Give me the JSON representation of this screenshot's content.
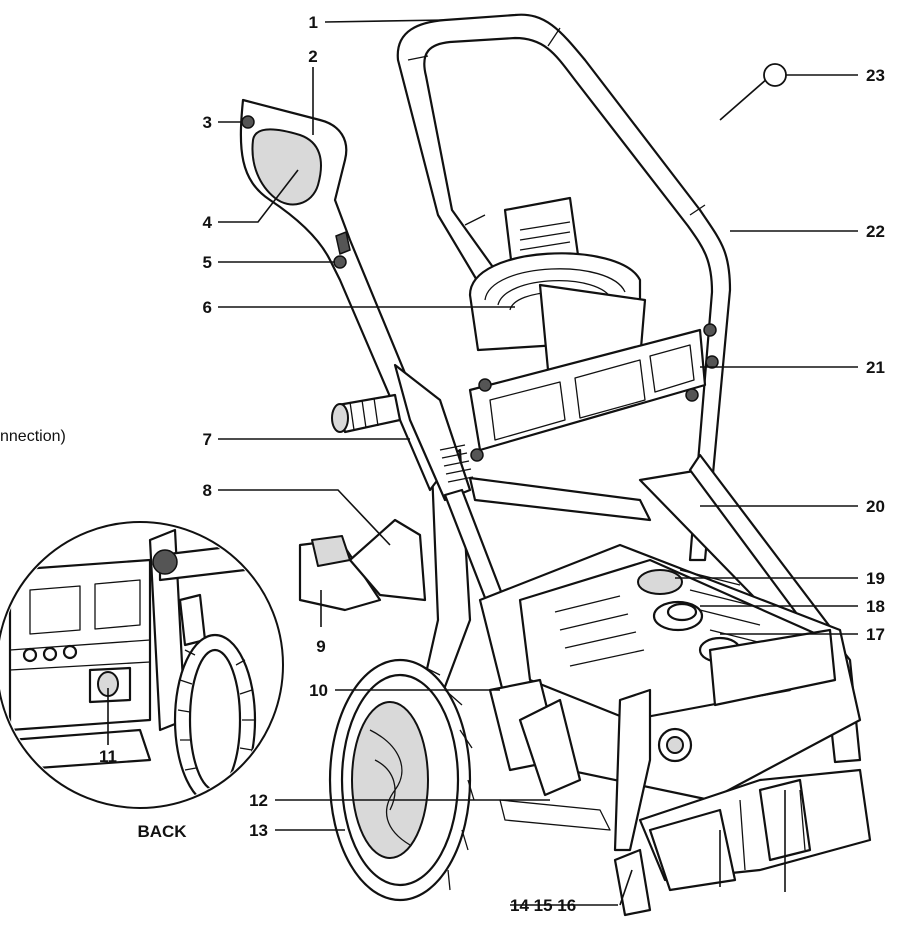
{
  "diagram": {
    "cut_text": "nnection)",
    "back_label": "BACK",
    "parts": [
      {
        "id": "1",
        "label": "1"
      },
      {
        "id": "2",
        "label": "2"
      },
      {
        "id": "3",
        "label": "3"
      },
      {
        "id": "4",
        "label": "4"
      },
      {
        "id": "5",
        "label": "5"
      },
      {
        "id": "6",
        "label": "6"
      },
      {
        "id": "7",
        "label": "7"
      },
      {
        "id": "8",
        "label": "8"
      },
      {
        "id": "9",
        "label": "9"
      },
      {
        "id": "10",
        "label": "10"
      },
      {
        "id": "11",
        "label": "11"
      },
      {
        "id": "12",
        "label": "12"
      },
      {
        "id": "13",
        "label": "13"
      },
      {
        "id": "14-15-16",
        "label": "14 15 16"
      },
      {
        "id": "17",
        "label": "17"
      },
      {
        "id": "18",
        "label": "18"
      },
      {
        "id": "19",
        "label": "19"
      },
      {
        "id": "20",
        "label": "20"
      },
      {
        "id": "21",
        "label": "21"
      },
      {
        "id": "22",
        "label": "22"
      },
      {
        "id": "23",
        "label": "23"
      }
    ]
  }
}
